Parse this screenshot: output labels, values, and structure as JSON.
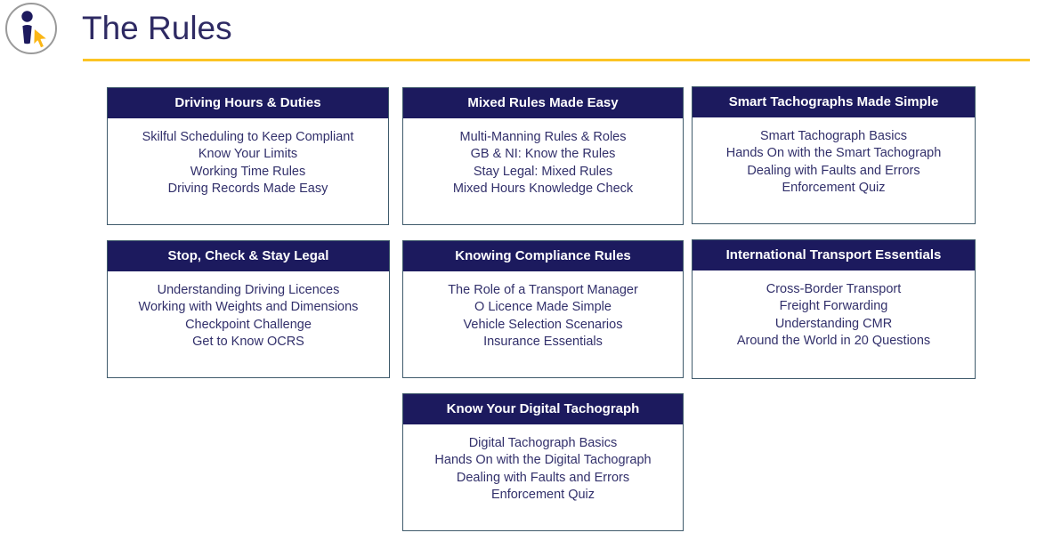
{
  "header": {
    "title": "The Rules",
    "logo_icon": "info-person-cursor-icon",
    "rule_color": "#fcc424",
    "title_color": "#2e2a63"
  },
  "theme": {
    "card_header_bg": "#1c1a5e",
    "card_border": "#3f5a6b",
    "body_text": "#32306b",
    "page_bg": "#ffffff"
  },
  "cards": [
    {
      "title": "Driving Hours & Duties",
      "items": [
        "Skilful Scheduling to Keep Compliant",
        "Know Your Limits",
        "Working Time Rules",
        "Driving Records Made Easy"
      ]
    },
    {
      "title": "Mixed Rules Made Easy",
      "items": [
        "Multi-Manning Rules & Roles",
        "GB & NI: Know the Rules",
        "Stay Legal: Mixed Rules",
        "Mixed Hours Knowledge Check"
      ]
    },
    {
      "title": "Smart Tachographs Made Simple",
      "items": [
        "Smart Tachograph Basics",
        "Hands On with the Smart Tachograph",
        "Dealing with Faults and Errors",
        "Enforcement Quiz"
      ]
    },
    {
      "title": "Stop, Check & Stay Legal",
      "items": [
        "Understanding Driving Licences",
        "Working with Weights and Dimensions",
        "Checkpoint Challenge",
        "Get to Know OCRS"
      ]
    },
    {
      "title": "Knowing Compliance Rules",
      "items": [
        "The Role of a Transport Manager",
        "O Licence Made Simple",
        "Vehicle Selection Scenarios",
        "Insurance Essentials"
      ]
    },
    {
      "title": "International Transport Essentials",
      "items": [
        "Cross-Border Transport",
        "Freight Forwarding",
        "Understanding CMR",
        "Around the World in 20 Questions"
      ]
    },
    {
      "title": "Know Your Digital Tachograph",
      "items": [
        "Digital Tachograph Basics",
        "Hands On with the Digital Tachograph",
        "Dealing with Faults and Errors",
        "Enforcement Quiz"
      ]
    }
  ]
}
